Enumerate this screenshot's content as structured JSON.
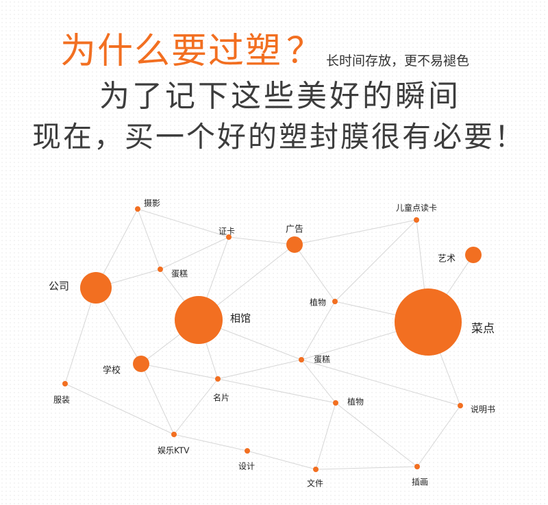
{
  "header": {
    "title": "为什么要过塑",
    "question_mark": "？",
    "side_note": "长时间存放，更不易褪色",
    "line2": "为了记下这些美好的瞬间",
    "line3": "现在，买一个好的塑封膜很有必要！"
  },
  "colors": {
    "accent": "#f26f21",
    "text": "#3d3d3d",
    "edge": "#d6d6d6"
  },
  "network": {
    "nodes": [
      {
        "id": "sheying",
        "label": "摄影",
        "size": "small"
      },
      {
        "id": "zhengka",
        "label": "证卡",
        "size": "small"
      },
      {
        "id": "guanggao",
        "label": "广告",
        "size": "medium"
      },
      {
        "id": "ertong",
        "label": "儿童点读卡",
        "size": "small"
      },
      {
        "id": "yishu",
        "label": "艺术",
        "size": "medium"
      },
      {
        "id": "gongsi",
        "label": "公司",
        "size": "large"
      },
      {
        "id": "dangao1",
        "label": "蛋糕",
        "size": "small"
      },
      {
        "id": "xiangguan",
        "label": "相馆",
        "size": "xlarge"
      },
      {
        "id": "zhiwu1",
        "label": "植物",
        "size": "small"
      },
      {
        "id": "caidian",
        "label": "菜点",
        "size": "xxlarge"
      },
      {
        "id": "xuexiao",
        "label": "学校",
        "size": "medium"
      },
      {
        "id": "dangao2",
        "label": "蛋糕",
        "size": "small"
      },
      {
        "id": "fuzhuang",
        "label": "服装",
        "size": "small"
      },
      {
        "id": "mingpian",
        "label": "名片",
        "size": "small"
      },
      {
        "id": "zhiwu2",
        "label": "植物",
        "size": "small"
      },
      {
        "id": "shuomingshu",
        "label": "说明书",
        "size": "small"
      },
      {
        "id": "yule",
        "label": "娱乐KTV",
        "size": "small"
      },
      {
        "id": "sheji",
        "label": "设计",
        "size": "small"
      },
      {
        "id": "wenjian",
        "label": "文件",
        "size": "small"
      },
      {
        "id": "chahua",
        "label": "插画",
        "size": "small"
      }
    ],
    "edges": [
      [
        "sheying",
        "zhengka"
      ],
      [
        "sheying",
        "dangao1"
      ],
      [
        "sheying",
        "gongsi"
      ],
      [
        "zhengka",
        "dangao1"
      ],
      [
        "zhengka",
        "guanggao"
      ],
      [
        "zhengka",
        "xiangguan"
      ],
      [
        "guanggao",
        "ertong"
      ],
      [
        "guanggao",
        "zhiwu1"
      ],
      [
        "guanggao",
        "xiangguan"
      ],
      [
        "ertong",
        "zhiwu1"
      ],
      [
        "ertong",
        "caidian"
      ],
      [
        "yishu",
        "caidian"
      ],
      [
        "gongsi",
        "dangao1"
      ],
      [
        "gongsi",
        "xuexiao"
      ],
      [
        "gongsi",
        "fuzhuang"
      ],
      [
        "dangao1",
        "xiangguan"
      ],
      [
        "xiangguan",
        "xuexiao"
      ],
      [
        "xiangguan",
        "dangao2"
      ],
      [
        "xiangguan",
        "mingpian"
      ],
      [
        "zhiwu1",
        "dangao2"
      ],
      [
        "zhiwu1",
        "caidian"
      ],
      [
        "caidian",
        "shuomingshu"
      ],
      [
        "caidian",
        "dangao2"
      ],
      [
        "xuexiao",
        "mingpian"
      ],
      [
        "xuexiao",
        "yule"
      ],
      [
        "dangao2",
        "mingpian"
      ],
      [
        "dangao2",
        "zhiwu2"
      ],
      [
        "dangao2",
        "shuomingshu"
      ],
      [
        "fuzhuang",
        "yule"
      ],
      [
        "mingpian",
        "zhiwu2"
      ],
      [
        "mingpian",
        "yule"
      ],
      [
        "zhiwu2",
        "wenjian"
      ],
      [
        "zhiwu2",
        "chahua"
      ],
      [
        "yule",
        "sheji"
      ],
      [
        "sheji",
        "wenjian"
      ],
      [
        "wenjian",
        "chahua"
      ],
      [
        "chahua",
        "shuomingshu"
      ]
    ]
  }
}
